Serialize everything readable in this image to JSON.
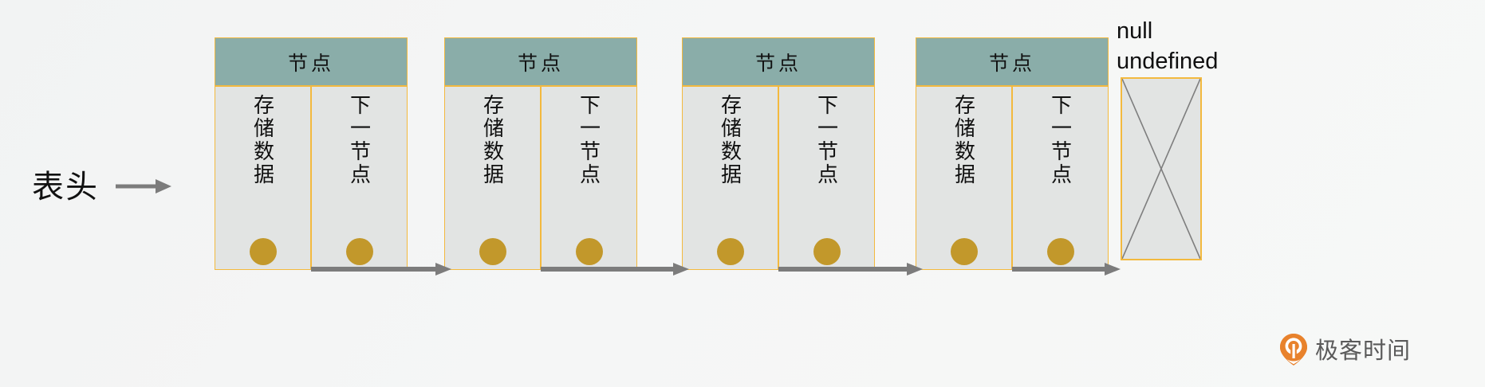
{
  "diagram": {
    "title": "linked-list-structure",
    "head": {
      "label": "表头",
      "arrow_icon": "arrow-right-icon"
    },
    "nodes": [
      {
        "header": "节点",
        "data_cell": "存储数据",
        "next_cell": "下一节点",
        "data_pointer_icon": "dot-icon",
        "next_pointer_icon": "dot-icon"
      },
      {
        "header": "节点",
        "data_cell": "存储数据",
        "next_cell": "下一节点",
        "data_pointer_icon": "dot-icon",
        "next_pointer_icon": "dot-icon"
      },
      {
        "header": "节点",
        "data_cell": "存储数据",
        "next_cell": "下一节点",
        "data_pointer_icon": "dot-icon",
        "next_pointer_icon": "dot-icon"
      },
      {
        "header": "节点",
        "data_cell": "存储数据",
        "next_cell": "下一节点",
        "data_pointer_icon": "dot-icon",
        "next_pointer_icon": "dot-icon"
      }
    ],
    "terminator": {
      "line1": "null",
      "line2": "undefined",
      "box_icon": "crossed-empty-box-icon"
    },
    "watermark": {
      "text": "极客时间",
      "logo_icon": "geektime-pin-logo-icon"
    },
    "colors": {
      "background": "#f5f6f6",
      "node_header_fill": "#8aada9",
      "node_border": "#f3b93e",
      "cell_fill": "#e2e4e3",
      "pointer_dot": "#c2982b",
      "arrow": "#7c7c7c",
      "text": "#111111",
      "watermark_logo": "#e8822c",
      "watermark_text": "#5a5a5a"
    }
  }
}
